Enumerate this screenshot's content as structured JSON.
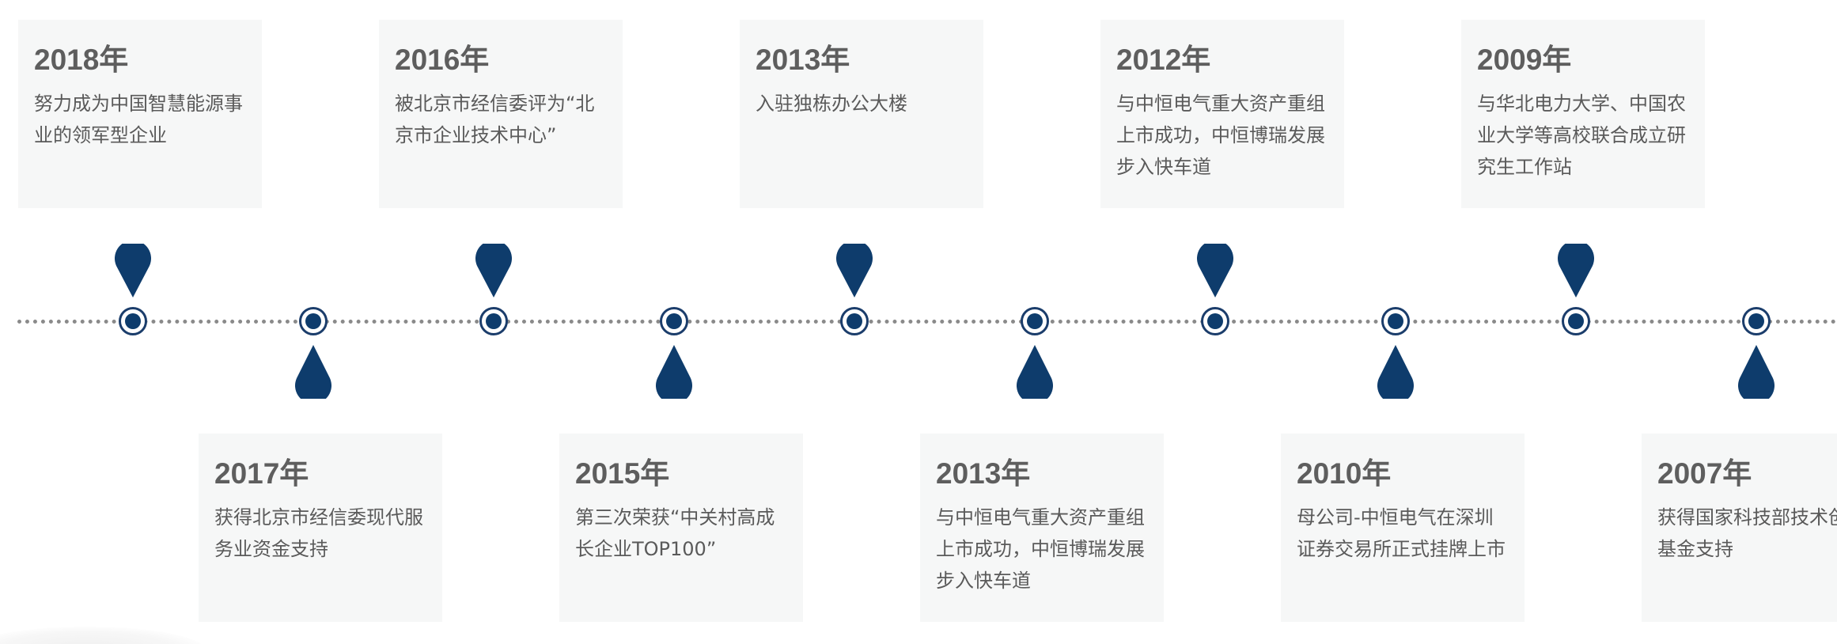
{
  "colors": {
    "marker": "#0e3c6c",
    "card_bg": "#f6f7f7",
    "year_text": "#5e5e5e",
    "desc_text": "#5a5a5a",
    "timeline": "#8a8a8a"
  },
  "milestones": [
    {
      "year": "2018年",
      "text": "努力成为中国智慧能源事业的领军型企业",
      "side": "top"
    },
    {
      "year": "2017年",
      "text": "获得北京市经信委现代服务业资金支持",
      "side": "bottom"
    },
    {
      "year": "2016年",
      "text": "被北京市经信委评为“北京市企业技术中心”",
      "side": "top"
    },
    {
      "year": "2015年",
      "text": "第三次荣获“中关村高成长企业TOP100”",
      "side": "bottom"
    },
    {
      "year": "2013年",
      "text": "入驻独栋办公大楼",
      "side": "top"
    },
    {
      "year": "2013年",
      "text": "与中恒电气重大资产重组上市成功，中恒博瑞发展步入快车道",
      "side": "bottom"
    },
    {
      "year": "2012年",
      "text": "与中恒电气重大资产重组上市成功，中恒博瑞发展步入快车道",
      "side": "top"
    },
    {
      "year": "2010年",
      "text": "母公司-中恒电气在深圳证券交易所正式挂牌上市",
      "side": "bottom"
    },
    {
      "year": "2009年",
      "text": "与华北电力大学、中国农业大学等高校联合成立研究生工作站",
      "side": "top"
    },
    {
      "year": "2007年",
      "text": "获得国家科技部技术创新基金支持",
      "side": "bottom"
    }
  ]
}
